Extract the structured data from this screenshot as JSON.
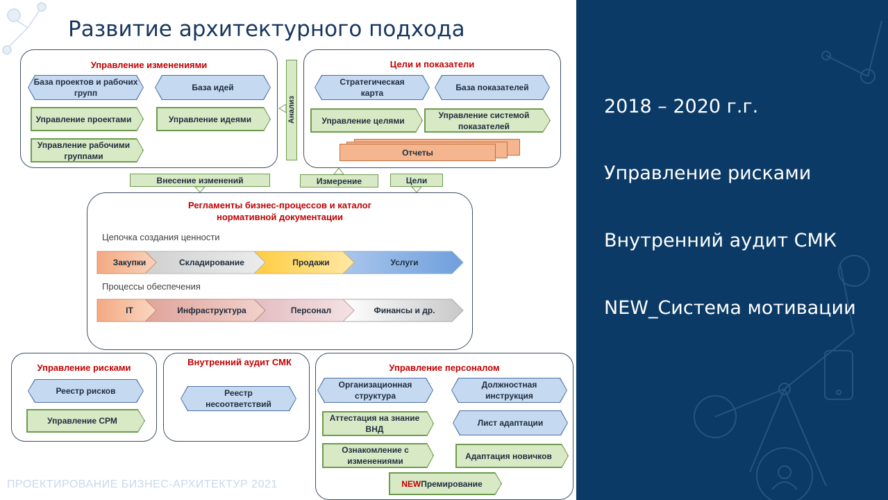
{
  "title": "Развитие архитектурного подхода",
  "footer": "ПРОЕКТИРОВАНИЕ БИЗНЕС-АРХИТЕКТУР 2021",
  "change_mgmt": {
    "title": "Управление изменениями",
    "items": [
      "База проектов и рабочих групп",
      "База идей",
      "Управление проектами",
      "Управление идеями",
      "Управление рабочими группами"
    ]
  },
  "analysis_label": "Анализ",
  "goals": {
    "title": "Цели и показатели",
    "items": [
      "Стратегическая карта",
      "База показателей",
      "Управление целями",
      "Управление системой показателей",
      "Отчеты"
    ]
  },
  "connectors": {
    "changes": "Внесение изменений",
    "measure": "Измерение",
    "goals": "Цели"
  },
  "regulations": {
    "title": "Регламенты бизнес-процессов и каталог нормативной документации",
    "chain_label": "Цепочка создания ценности",
    "chain": [
      "Закупки",
      "Складирование",
      "Продажи",
      "Услуги"
    ],
    "support_label": "Процессы обеспечения",
    "support": [
      "IT",
      "Инфраструктура",
      "Персонал",
      "Финансы и др."
    ]
  },
  "risks": {
    "title": "Управление рисками",
    "items": [
      "Реестр рисков",
      "Управление СРМ"
    ]
  },
  "audit": {
    "title": "Внутренний аудит СМК",
    "items": [
      "Реестр несоответствий"
    ]
  },
  "personnel": {
    "title": "Управление персоналом",
    "items": [
      "Организационная структура",
      "Должностная инструкция",
      "Аттестация на знание ВНД",
      "Лист адаптации",
      "Ознакомление с изменениями",
      "Адаптация новичков"
    ],
    "bonus_new": "NEW",
    "bonus": "Премирование"
  },
  "right_panel": [
    "2018 – 2020 г.г.",
    "Управление рисками",
    "Внутренний аудит СМК",
    "NEW_Система мотивации"
  ]
}
